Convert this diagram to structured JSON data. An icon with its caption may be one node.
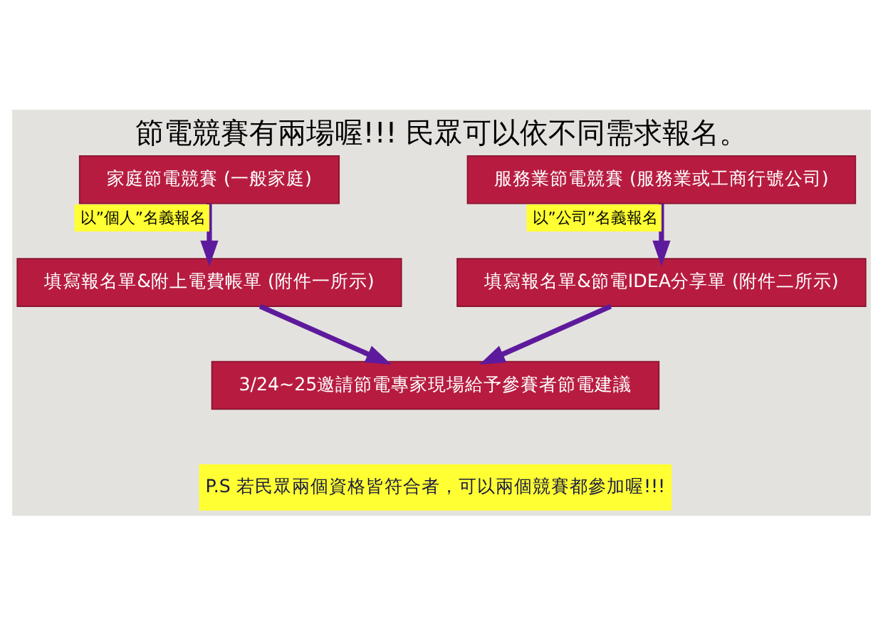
{
  "diagram": {
    "title": "節電競賽有兩場喔!!! 民眾可以依不同需求報名。",
    "nodes": [
      {
        "text": [
          "家庭節電競賽 (一般家庭)"
        ]
      },
      {
        "text": [
          "服務業節電競賽 (服務業或工商行號公司)"
        ]
      },
      {
        "text": [
          "填寫報名單&附上電費帳單 (附件一所示)"
        ]
      },
      {
        "text": [
          "填寫報名單&節電IDEA分享單 (附件二所示)"
        ]
      },
      {
        "text": [
          "3/24~25邀請節電專家現場給予參賽者節電建議"
        ]
      }
    ],
    "edges": [
      {
        "from": 0,
        "to": 2,
        "arrow": "to",
        "label": "以”個人”名義報名"
      },
      {
        "from": 1,
        "to": 3,
        "arrow": "to",
        "label": "以”公司”名義報名"
      },
      {
        "from": 2,
        "to": 4,
        "arrow": "to"
      },
      {
        "from": 3,
        "to": 4,
        "arrow": "to"
      }
    ],
    "labels": [
      "P.S 若民眾兩個資格皆符合者，可以兩個競賽都參加喔!!!"
    ]
  }
}
